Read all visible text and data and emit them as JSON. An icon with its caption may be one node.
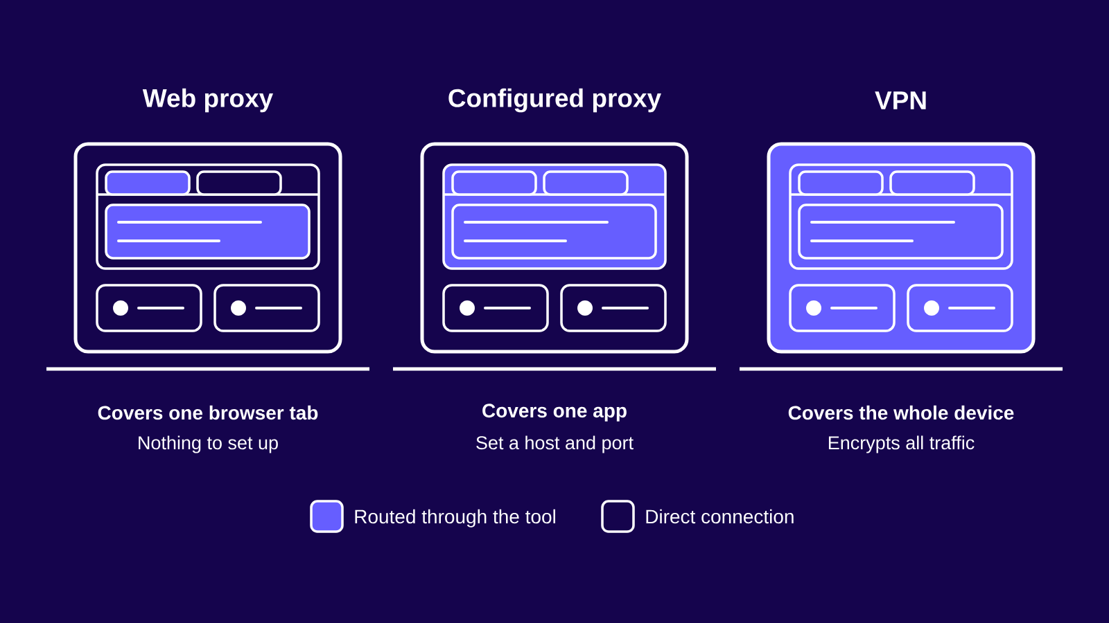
{
  "diagram": {
    "nodes": [
      {
        "text": [
          "Web proxy"
        ],
        "beside": [
          "Covers one browser tab",
          "Nothing to set up"
        ]
      },
      {
        "text": [
          "Configured proxy"
        ],
        "beside": [
          "Covers one app",
          "Set a host and port"
        ]
      },
      {
        "text": [
          "VPN"
        ],
        "beside": [
          "Covers the whole device",
          "Encrypts all traffic"
        ]
      }
    ],
    "edges": [],
    "legend": [
      {
        "text": "Routed through the tool",
        "color": "#665eff"
      },
      {
        "text": "Direct connection"
      }
    ]
  }
}
